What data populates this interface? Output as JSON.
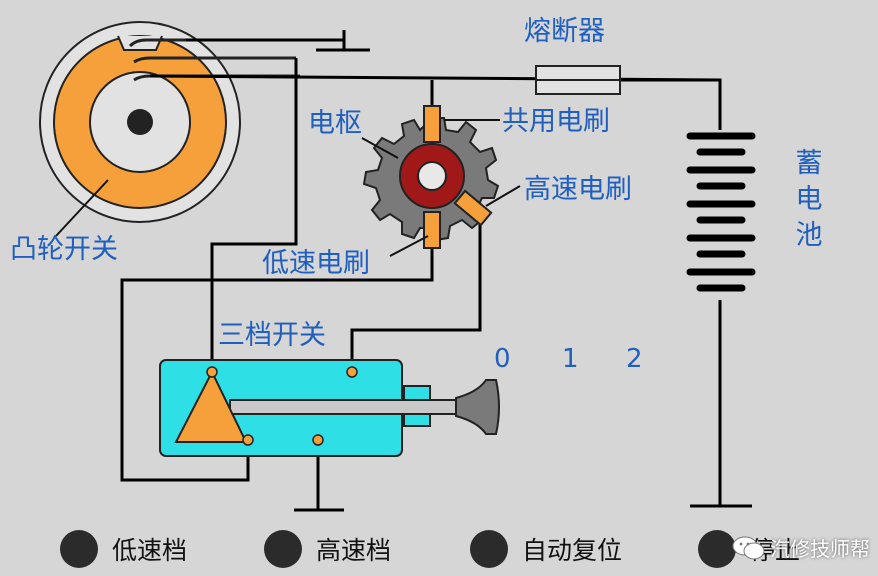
{
  "labels": {
    "fuse": "熔断器",
    "armature": "电枢",
    "common_brush": "共用电刷",
    "high_brush": "高速电刷",
    "low_brush": "低速电刷",
    "cam_switch": "凸轮开关",
    "three_gear_switch": "三档开关",
    "battery": "蓄电池",
    "gear_0": "0",
    "gear_1": "1",
    "gear_2": "2"
  },
  "buttons": [
    {
      "label": "低速档"
    },
    {
      "label": "高速档"
    },
    {
      "label": "自动复位"
    },
    {
      "label": "停止"
    }
  ],
  "watermark": "汽修技师帮",
  "colors": {
    "background": "#d6d6d6",
    "cam": "#f5a03a",
    "switch_body": "#2fdfe6",
    "label_blue": "#1f5fbf",
    "armature_red": "#a01818",
    "wire": "#000000"
  }
}
